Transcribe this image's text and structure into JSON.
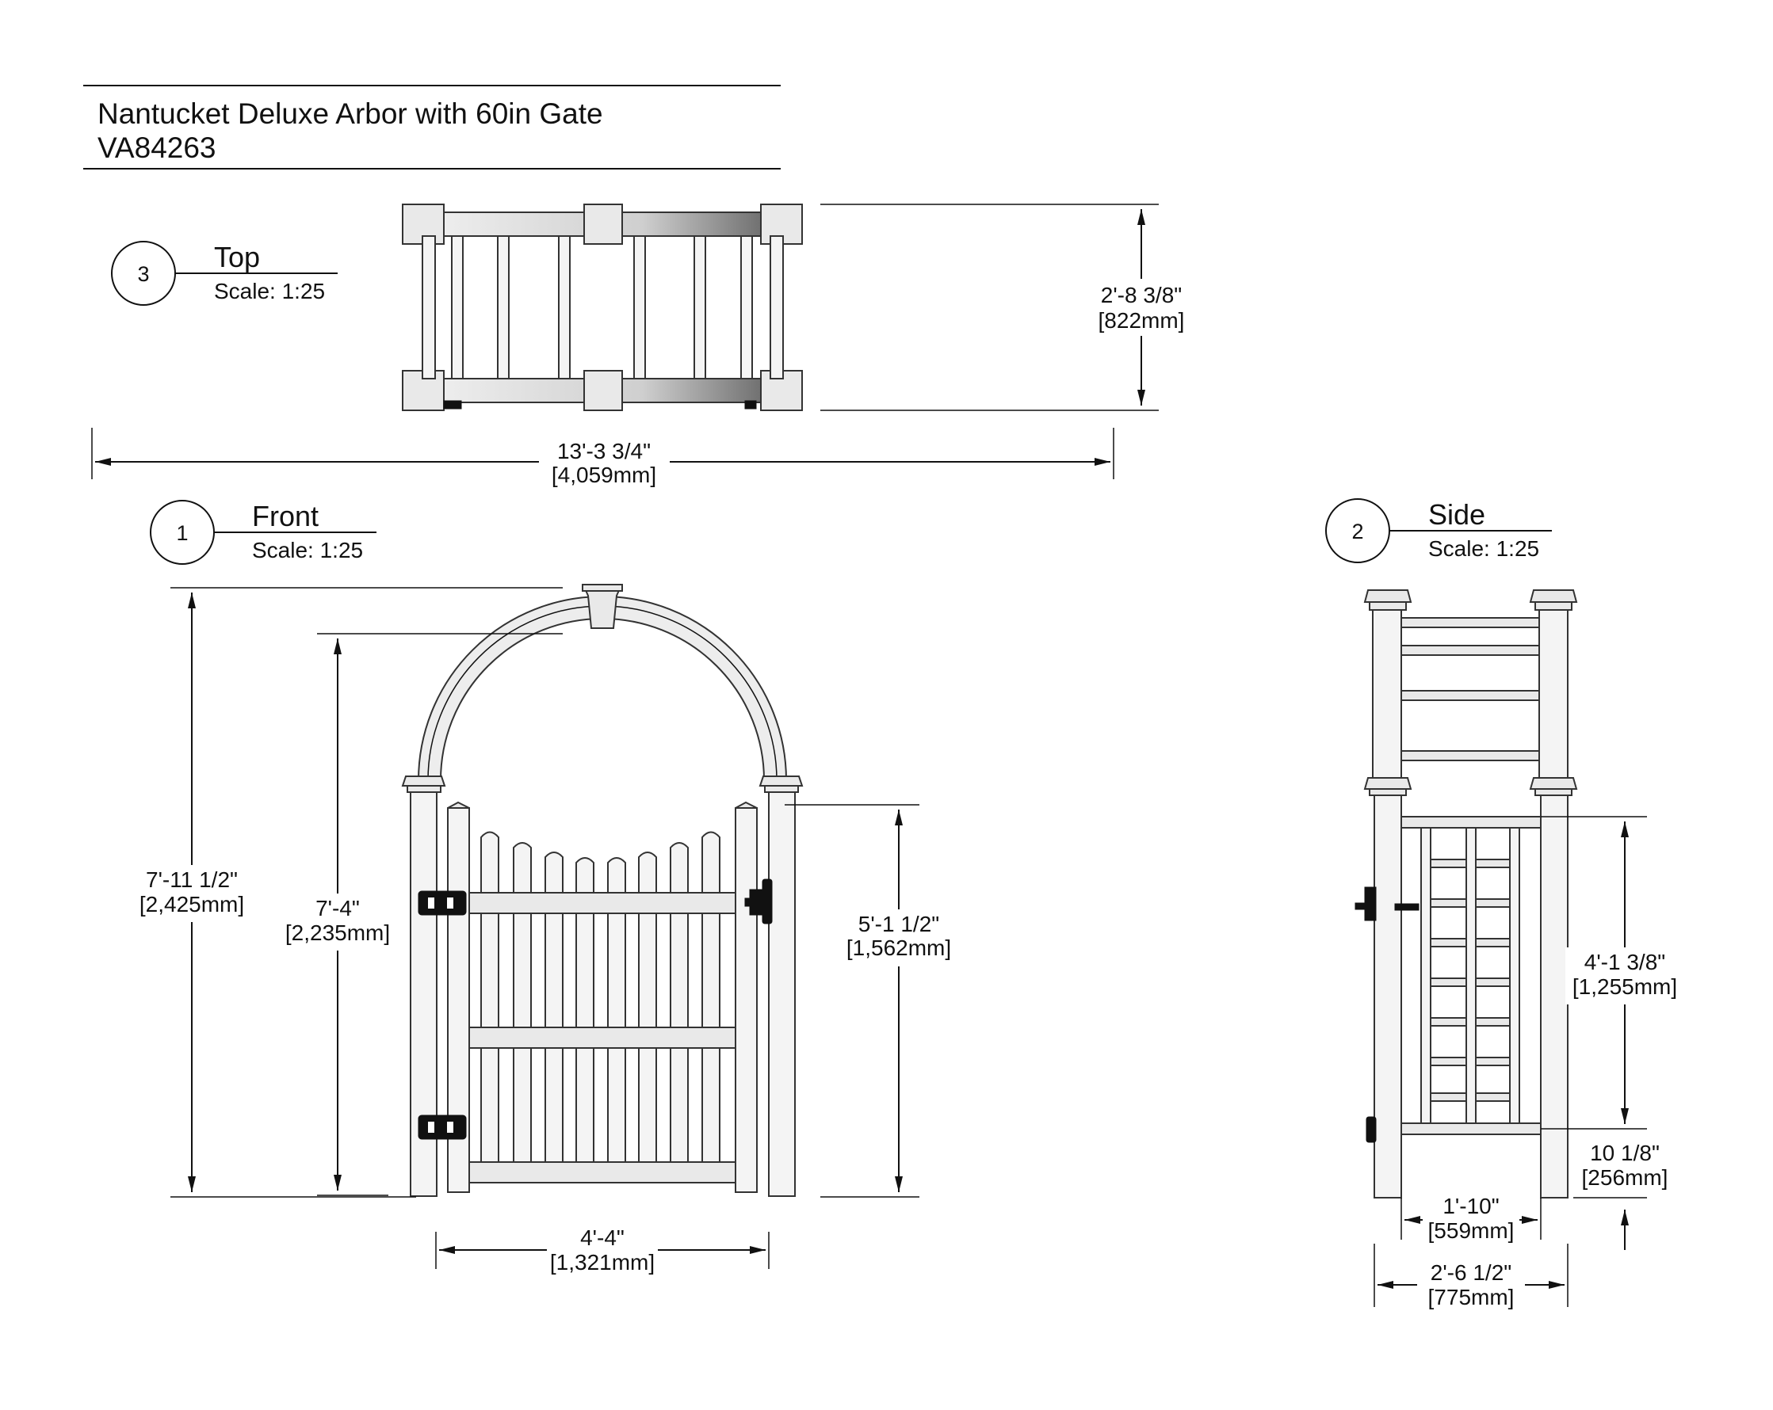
{
  "title": {
    "line1": "Nantucket Deluxe Arbor with 60in Gate",
    "line2": "VA84263"
  },
  "views": {
    "top": {
      "number": "3",
      "name": "Top",
      "scale": "Scale: 1:25"
    },
    "front": {
      "number": "1",
      "name": "Front",
      "scale": "Scale: 1:25"
    },
    "side": {
      "number": "2",
      "name": "Side",
      "scale": "Scale: 1:25"
    }
  },
  "dimensions": {
    "top_depth": {
      "imperial": "2'-8 3/8\"",
      "metric": "[822mm]"
    },
    "overall_width": {
      "imperial": "13'-3 3/4\"",
      "metric": "[4,059mm]"
    },
    "overall_height": {
      "imperial": "7'-11 1/2\"",
      "metric": "[2,425mm]"
    },
    "inner_height": {
      "imperial": "7'-4\"",
      "metric": "[2,235mm]"
    },
    "gate_post_height": {
      "imperial": "5'-1 1/2\"",
      "metric": "[1,562mm]"
    },
    "gate_width": {
      "imperial": "4'-4\"",
      "metric": "[1,321mm]"
    },
    "side_panel_height": {
      "imperial": "4'-1 3/8\"",
      "metric": "[1,255mm]"
    },
    "bottom_clearance": {
      "imperial": "10 1/8\"",
      "metric": "[256mm]"
    },
    "side_inner_width": {
      "imperial": "1'-10\"",
      "metric": "[559mm]"
    },
    "side_outer_width": {
      "imperial": "2'-6 1/2\"",
      "metric": "[775mm]"
    }
  }
}
